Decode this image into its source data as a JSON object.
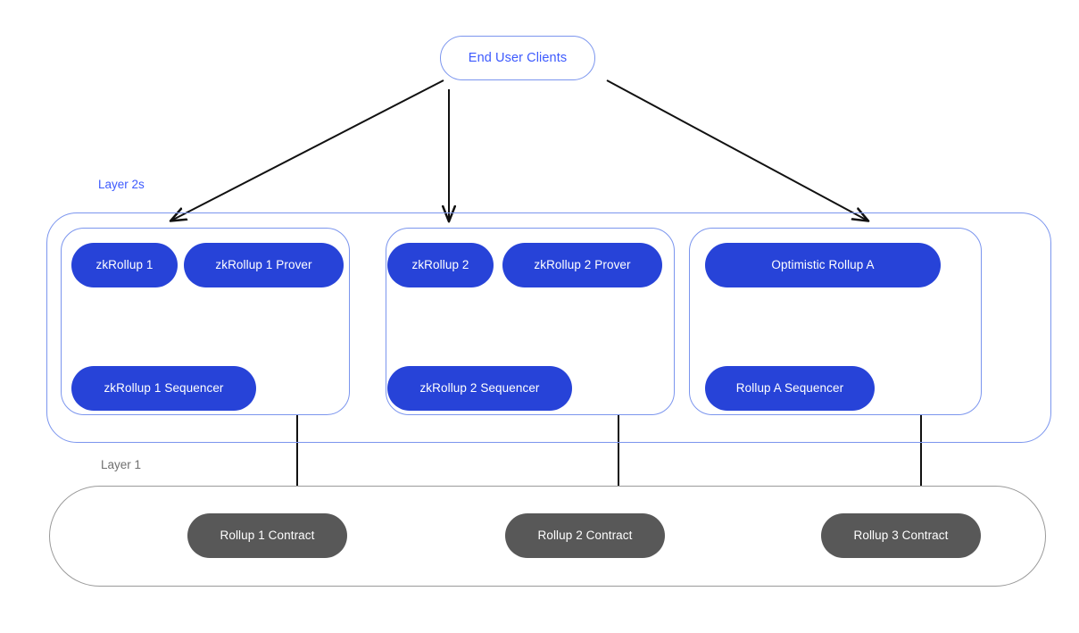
{
  "diagram": {
    "title_node": {
      "label": "End User Clients"
    },
    "layers": [
      {
        "name": "layer-2s",
        "label": "Layer 2s",
        "color": "#3d5afe"
      },
      {
        "name": "layer-1",
        "label": "Layer 1",
        "color": "#6f6f6f"
      }
    ],
    "clusters": [
      {
        "id": "zk-rollup-1",
        "nodes": {
          "rollup": "zkRollup 1",
          "prover": "zkRollup 1 Prover",
          "sequencer": "zkRollup 1 Sequencer"
        }
      },
      {
        "id": "zk-rollup-2",
        "nodes": {
          "rollup": "zkRollup 2",
          "prover": "zkRollup 2 Prover",
          "sequencer": "zkRollup 2 Sequencer"
        }
      },
      {
        "id": "optimistic-rollup-a",
        "nodes": {
          "rollup": "Optimistic Rollup A",
          "prover": "",
          "sequencer": "Rollup A Sequencer"
        }
      }
    ],
    "contracts": [
      {
        "id": "rollup-1-contract",
        "label": "Rollup 1 Contract"
      },
      {
        "id": "rollup-2-contract",
        "label": "Rollup 2 Contract"
      },
      {
        "id": "rollup-3-contract",
        "label": "Rollup 3 Contract"
      }
    ],
    "colors": {
      "accent_blue": "#3d5afe",
      "pill_blue": "#2743d8",
      "pill_gray": "#585858",
      "frame_blue": "#7b95ee",
      "frame_gray": "#9a9a9a",
      "arrow_black": "#111111"
    }
  }
}
